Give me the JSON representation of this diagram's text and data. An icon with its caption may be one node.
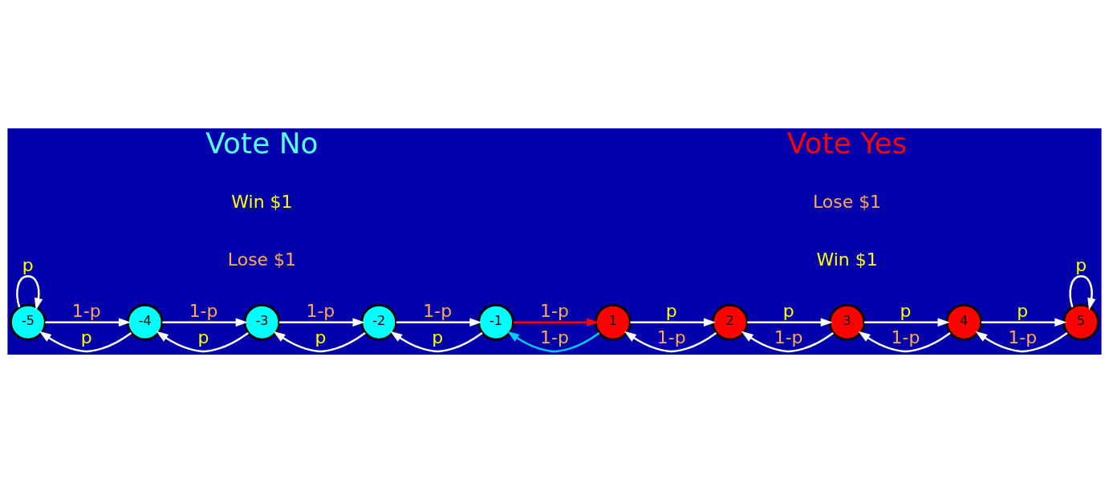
{
  "diagram": {
    "nodes": [
      {
        "text": [
          "-5"
        ]
      },
      {
        "text": [
          "-4"
        ]
      },
      {
        "text": [
          "-3"
        ]
      },
      {
        "text": [
          "-2"
        ]
      },
      {
        "text": [
          "-1"
        ]
      },
      {
        "text": [
          "1"
        ]
      },
      {
        "text": [
          "2"
        ]
      },
      {
        "text": [
          "3"
        ]
      },
      {
        "text": [
          "4"
        ]
      },
      {
        "text": [
          "5"
        ]
      }
    ],
    "edges": [
      {
        "from": 0,
        "to": 0,
        "arrow": "to",
        "label": "p"
      },
      {
        "from": 0,
        "to": 1,
        "arrow": "to",
        "label": "1-p"
      },
      {
        "from": 1,
        "to": 0,
        "arrow": "to",
        "label": "p"
      },
      {
        "from": 1,
        "to": 2,
        "arrow": "to",
        "label": "1-p"
      },
      {
        "from": 2,
        "to": 1,
        "arrow": "to",
        "label": "p"
      },
      {
        "from": 2,
        "to": 3,
        "arrow": "to",
        "label": "1-p"
      },
      {
        "from": 3,
        "to": 2,
        "arrow": "to",
        "label": "p"
      },
      {
        "from": 3,
        "to": 4,
        "arrow": "to",
        "label": "1-p"
      },
      {
        "from": 4,
        "to": 3,
        "arrow": "to",
        "label": "p"
      },
      {
        "from": 4,
        "to": 5,
        "arrow": "to",
        "label": "1-p",
        "color": "#ff0000"
      },
      {
        "from": 5,
        "to": 4,
        "arrow": "to",
        "label": "1-p",
        "color": "#00ccff"
      },
      {
        "from": 5,
        "to": 6,
        "arrow": "to",
        "label": "p"
      },
      {
        "from": 6,
        "to": 5,
        "arrow": "to",
        "label": "1-p"
      },
      {
        "from": 6,
        "to": 7,
        "arrow": "to",
        "label": "p"
      },
      {
        "from": 7,
        "to": 6,
        "arrow": "to",
        "label": "1-p"
      },
      {
        "from": 7,
        "to": 8,
        "arrow": "to",
        "label": "p"
      },
      {
        "from": 8,
        "to": 7,
        "arrow": "to",
        "label": "1-p"
      },
      {
        "from": 8,
        "to": 9,
        "arrow": "to",
        "label": "p"
      },
      {
        "from": 9,
        "to": 8,
        "arrow": "to",
        "label": "1-p"
      },
      {
        "from": 9,
        "to": 9,
        "arrow": "to",
        "label": "p"
      }
    ],
    "labels": [
      "Lose $1",
      "Win $1",
      "Win $1",
      "Lose $1",
      "Vote No",
      "Vote Yes"
    ]
  }
}
